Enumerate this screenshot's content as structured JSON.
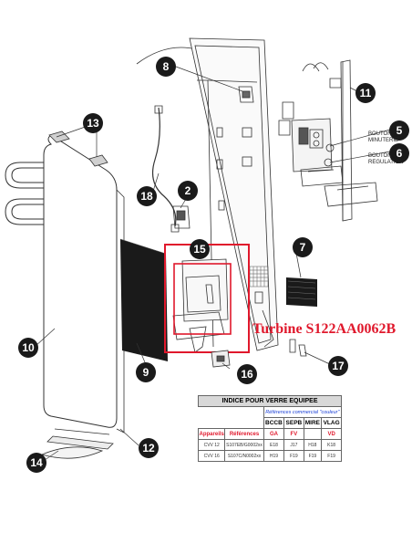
{
  "callouts": {
    "c2": "2",
    "c5": "5",
    "c6": "6",
    "c7": "7",
    "c8": "8",
    "c9": "9",
    "c10": "10",
    "c11": "11",
    "c12": "12",
    "c13": "13",
    "c14": "14",
    "c15": "15",
    "c16": "16",
    "c17": "17",
    "c18": "18"
  },
  "labels": {
    "bouton_minuterie_1": "BOUTON",
    "bouton_minuterie_2": "MINUTERIE",
    "bouton_regulation_1": "BOUTON",
    "bouton_regulation_2": "REGULATION"
  },
  "part_title": "Turbine S122AA0062B",
  "table": {
    "title": "INDICE POUR VERRE EQUIPEE",
    "subtitle": "Références commercial \"couleur\"",
    "color_headers": [
      "BCCB",
      "SEPB",
      "MIRE",
      "VLAG"
    ],
    "col_appareils": "Appareils",
    "col_references": "Références",
    "code_headers": [
      "GA",
      "FV",
      "",
      "VD"
    ],
    "rows": [
      {
        "appareil": "CVV 12",
        "reference": "S107EB/G0002xx",
        "values": [
          "E18",
          "J17",
          "H18",
          "K18"
        ]
      },
      {
        "appareil": "CVV 16",
        "reference": "S107C/N0002xx",
        "values": [
          "H19",
          "F19",
          "F19",
          "F19"
        ]
      }
    ]
  },
  "colors": {
    "callout": "#1a1a1a",
    "highlight": "#e0182c",
    "line": "#333333"
  }
}
